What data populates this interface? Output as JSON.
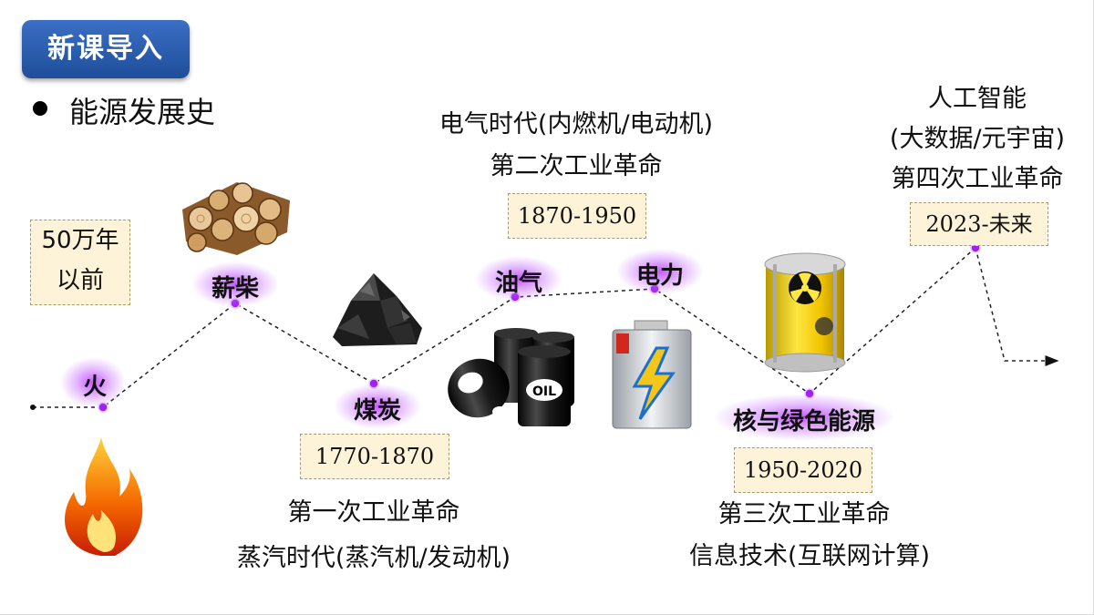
{
  "header": {
    "badge": "新课导入"
  },
  "bullet": {
    "text": "能源发展史"
  },
  "eras": {
    "fire": "火",
    "firewood": "薪柴",
    "coal": "煤炭",
    "oil_gas": "油气",
    "electricity": "电力",
    "nuclear_green": "核与绿色能源"
  },
  "dates": {
    "ancient_line1": "50万年",
    "ancient_line2": "以前",
    "d1": "1770-1870",
    "d2": "1870-1950",
    "d3": "1950-2020",
    "d4": "2023-未来"
  },
  "captions": {
    "first_rev": "第一次工业革命",
    "steam": "蒸汽时代(蒸汽机/发动机)",
    "electric_age": "电气时代(内燃机/电动机)",
    "second_rev": "第二次工业革命",
    "third_rev": "第三次工业革命",
    "info_tech": "信息技术(互联网计算)",
    "ai": "人工智能",
    "big_data": "(大数据/元宇宙)",
    "fourth_rev": "第四次工业革命"
  },
  "icons": {
    "barrel_label": "OIL"
  },
  "colors": {
    "badge": "#2a5db0",
    "timeline_node": "#a020f0",
    "date_box_fill": "#fdf3d8"
  }
}
